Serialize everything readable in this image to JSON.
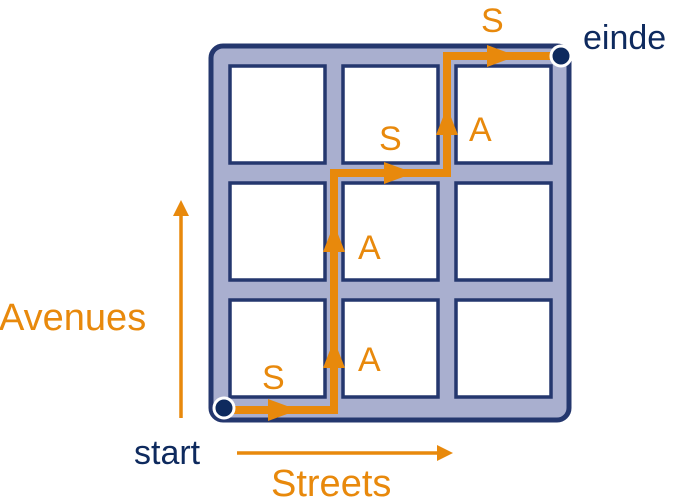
{
  "labels": {
    "start": "start",
    "end": "einde",
    "x_axis": "Streets",
    "y_axis": "Avenues"
  },
  "path": {
    "moves": [
      "S",
      "A",
      "A",
      "S",
      "A",
      "S"
    ]
  },
  "grid": {
    "rows": 3,
    "cols": 3
  },
  "colors": {
    "route": "#E8890C",
    "grid_fill": "#A9AFCF",
    "grid_stroke": "#24376E",
    "node": "#0E2A5E",
    "cell": "#FFFFFF"
  }
}
